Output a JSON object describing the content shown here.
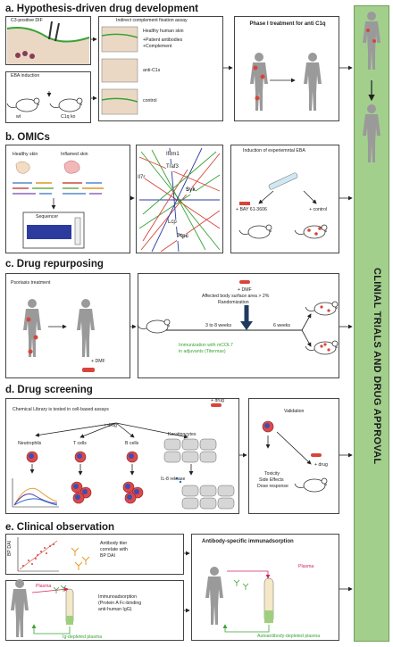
{
  "sections": {
    "a": {
      "title": "a. Hypothesis-driven drug development",
      "c3_label": "C3-positive DIF",
      "eba_label": "EBA induction",
      "wt_label": "wt",
      "c1q_label": "C1q ko",
      "assay_title": "Indirect complement fixation assay",
      "assay_lines": [
        "Healthy human skin",
        "+Patient antibodies",
        "+Complement"
      ],
      "anti_c1s": "anti-C1s",
      "control": "control",
      "phase_title": "Phase I treatment for anti C1q"
    },
    "b": {
      "title": "b. OMICs",
      "healthy": "Healthy skin",
      "inflamed": "Inflamed skin",
      "sequencer": "Sequencer",
      "genes": [
        "Ifitm1",
        "Traf3",
        "Syk",
        "Lcp",
        "Ptpc",
        "Il7r"
      ],
      "eba_title": "Induction of experiemntal EBA",
      "bay": "+ BAY 61-3606",
      "control": "+ control"
    },
    "c": {
      "title": "c. Drug repurposing",
      "psoriasis": "Psoriasis treatment",
      "dmf_patient": "+ DMF",
      "dmf_top": "+ DMF",
      "bsa": "Affected body surface area > 2%",
      "randomization": "Randomization",
      "weeks_a": "3 to 8 weeks",
      "weeks_b": "6 weeks",
      "immunization_1": "Immunization with mCOL7",
      "immunization_2": "in adjuvants (Titermax)"
    },
    "d": {
      "title": "d. Drug screening",
      "library": "Chemical Library is tested in cell-based assays",
      "drug_top": "+ drug",
      "drug_mid": "+ drug",
      "neutrophils": "Neutrophils",
      "tcells": "T cells",
      "bcells": "B cells",
      "keratinocytes": "Keratinocytes",
      "il8": "IL-8 release",
      "validation": "Validation",
      "validation_items": [
        "Toxicity",
        "Side Effects",
        "Dose response"
      ],
      "drug_right": "+ drug"
    },
    "e": {
      "title": "e. Clinical observation",
      "bp_axis": "BP DAI",
      "titer_lines": [
        "Antibody titer",
        "correlate with",
        "BP DAI"
      ],
      "plasma": "Plasma",
      "immuno_lines": [
        "Immunoadsorption",
        "(Protein A Fc-binding",
        "anti-human IgG)"
      ],
      "ig_depleted": "Ig-depleted plasma",
      "result_title": "Antibody-specific immunadsorption",
      "plasma_right": "Plasma",
      "auto_depleted": "Autoantibody-depleted plasma"
    }
  },
  "sidebar": {
    "label": "CLINIAL TRIALS AND DRUG APPROVAL"
  },
  "colors": {
    "sidebar_green": "#a3cf8d",
    "plasma_red": "#d6235a",
    "depleted_green": "#3aa335",
    "lesion_red": "#d9443a"
  },
  "icons": [
    "arrow-right-icon",
    "arrow-down-icon",
    "human-figure-icon",
    "mouse-icon",
    "skin-section-icon",
    "cell-icon",
    "scatter-plot-icon",
    "antibody-icon",
    "column-icon",
    "sequencer-icon",
    "network-icon"
  ]
}
